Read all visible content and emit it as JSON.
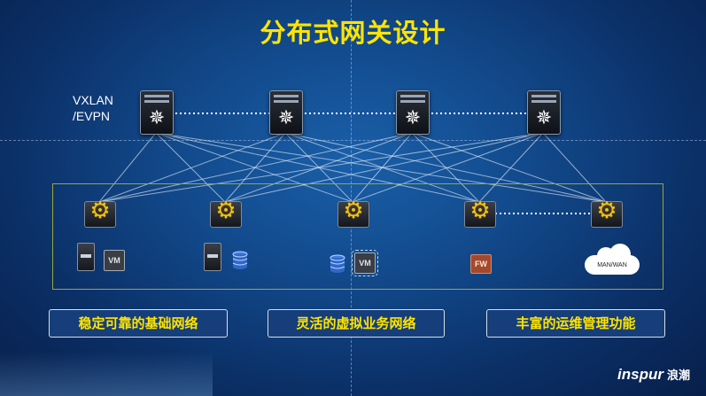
{
  "title": "分布式网关设计",
  "vxlan_label_line1": "VXLAN",
  "vxlan_label_line2": "/EVPN",
  "nodes": {
    "spines": [
      "spine-1",
      "spine-2",
      "spine-3",
      "spine-4"
    ],
    "gateways": [
      "gateway-1",
      "gateway-2",
      "gateway-3",
      "gateway-4",
      "gateway-5"
    ]
  },
  "endpoints": {
    "vm_label": "VM",
    "fw_label": "FW",
    "cloud_label": "MAN/WAN"
  },
  "features": [
    "稳定可靠的基础网络",
    "灵活的虚拟业务网络",
    "丰富的运维管理功能"
  ],
  "brand": {
    "logo": "inspur",
    "cn": "浪潮"
  },
  "colors": {
    "title": "#ffe400",
    "accent_gear": "#f2c21a",
    "frame": "#9aa83a"
  }
}
